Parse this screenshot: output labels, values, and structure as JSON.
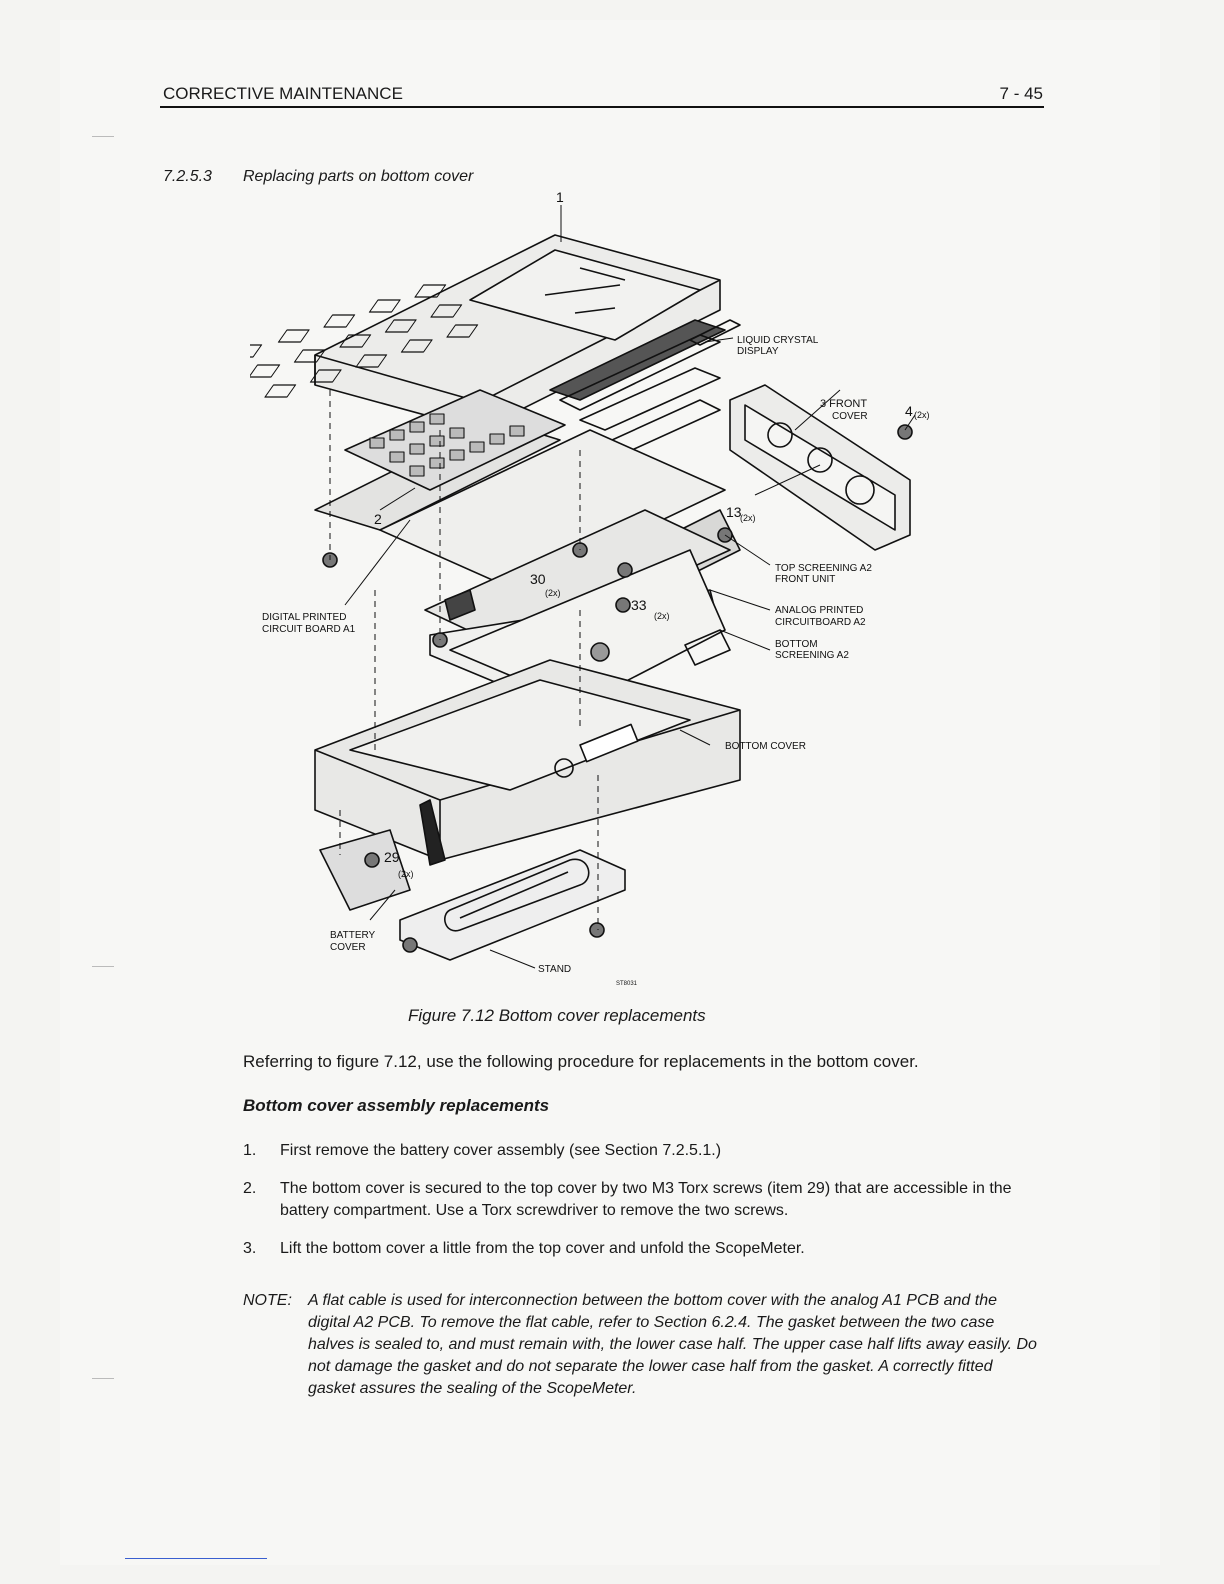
{
  "header": {
    "chapter": "CORRECTIVE MAINTENANCE",
    "page_number": "7 - 45"
  },
  "section": {
    "number": "7.2.5.3",
    "title": "Replacing parts on bottom cover"
  },
  "figure": {
    "callouts": {
      "item_1": "1",
      "lcd": [
        "LIQUID CRYSTAL",
        "DISPLAY"
      ],
      "front_cover": [
        "3 FRONT",
        "COVER"
      ],
      "item_4": "4",
      "qty_2x": "(2x)",
      "item_13": "13",
      "item_2": "2",
      "top_screening": [
        "TOP SCREENING A2",
        "FRONT UNIT"
      ],
      "item_30": "30",
      "item_33": "33",
      "analog_pcb": [
        "ANALOG PRINTED",
        "CIRCUITBOARD A2"
      ],
      "digital_pcb": [
        "DIGITAL PRINTED",
        "CIRCUIT BOARD A1"
      ],
      "bottom_screening": [
        "BOTTOM",
        "SCREENING A2"
      ],
      "bottom_cover": "BOTTOM COVER",
      "item_29": "29",
      "battery_cover": [
        "BATTERY",
        "COVER"
      ],
      "stand": "STAND",
      "drawing_id": "ST8031"
    },
    "caption": "Figure 7.12  Bottom cover replacements"
  },
  "body": {
    "intro": "Referring to figure 7.12, use the following procedure for replacements in the bottom cover.",
    "subheading": "Bottom cover assembly replacements",
    "steps": [
      {
        "n": "1.",
        "text": "First remove the battery cover assembly (see Section 7.2.5.1.)"
      },
      {
        "n": "2.",
        "text": "The bottom cover is secured to the top cover by two M3 Torx screws (item 29) that are accessible in the battery compartment. Use a Torx screwdriver to remove the two screws."
      },
      {
        "n": "3.",
        "text": "Lift the bottom cover a little from the top cover and unfold the ScopeMeter."
      }
    ],
    "note_label": "NOTE:",
    "note_text": "A flat cable is used for interconnection between the bottom cover with the analog A1 PCB and the digital A2 PCB. To remove the flat cable, refer to Section 6.2.4. The gasket between the two case halves is sealed to, and must remain with, the lower case half. The upper case half lifts away easily. Do not damage the gasket and do not separate the lower case half from the gasket. A correctly fitted gasket assures the sealing of the ScopeMeter."
  }
}
